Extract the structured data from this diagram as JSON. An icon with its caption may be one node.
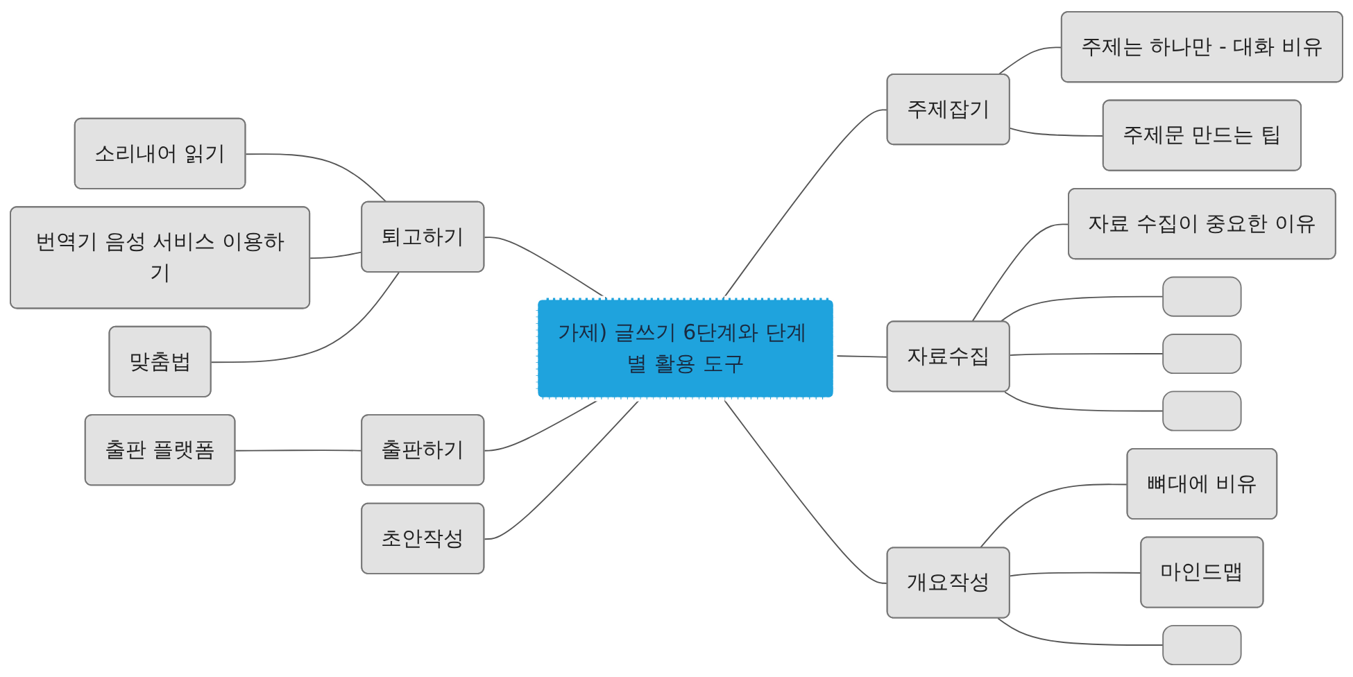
{
  "diagram": {
    "nodes": [
      {
        "text": [
          "가제) 글쓰기 6단계와 단계 별 활용 도구"
        ]
      },
      {
        "text": [
          "주제잡기"
        ]
      },
      {
        "text": [
          "주제는 하나만 - 대화 비유"
        ]
      },
      {
        "text": [
          "주제문 만드는 팁"
        ]
      },
      {
        "text": [
          "자료수집"
        ]
      },
      {
        "text": [
          "자료 수집이 중요한 이유"
        ]
      },
      {
        "text": [],
        "shape": "box"
      },
      {
        "text": [],
        "shape": "box"
      },
      {
        "text": [],
        "shape": "box"
      },
      {
        "text": [
          "개요작성"
        ]
      },
      {
        "text": [
          "뼈대에 비유"
        ]
      },
      {
        "text": [
          "마인드맵"
        ]
      },
      {
        "text": [],
        "shape": "box"
      },
      {
        "text": [
          "초안작성"
        ]
      },
      {
        "text": [
          "퇴고하기"
        ]
      },
      {
        "text": [
          "소리내어 읽기"
        ]
      },
      {
        "text": [
          "번역기 음성 서비스 이용하기"
        ]
      },
      {
        "text": [
          "맞춤법"
        ]
      },
      {
        "text": [
          "출판하기"
        ]
      },
      {
        "text": [
          "출판 플랫폼"
        ]
      }
    ],
    "edges": [
      {
        "from": 0,
        "to": 1,
        "arrow": "none"
      },
      {
        "from": 1,
        "to": 2,
        "arrow": "none"
      },
      {
        "from": 1,
        "to": 3,
        "arrow": "none"
      },
      {
        "from": 0,
        "to": 4,
        "arrow": "none"
      },
      {
        "from": 4,
        "to": 5,
        "arrow": "none"
      },
      {
        "from": 4,
        "to": 6,
        "arrow": "none"
      },
      {
        "from": 4,
        "to": 7,
        "arrow": "none"
      },
      {
        "from": 4,
        "to": 8,
        "arrow": "none"
      },
      {
        "from": 0,
        "to": 9,
        "arrow": "none"
      },
      {
        "from": 9,
        "to": 10,
        "arrow": "none"
      },
      {
        "from": 9,
        "to": 11,
        "arrow": "none"
      },
      {
        "from": 9,
        "to": 12,
        "arrow": "none"
      },
      {
        "from": 14,
        "to": 0,
        "arrow": "none"
      },
      {
        "from": 15,
        "to": 14,
        "arrow": "none"
      },
      {
        "from": 16,
        "to": 14,
        "arrow": "none"
      },
      {
        "from": 17,
        "to": 14,
        "arrow": "none"
      },
      {
        "from": 18,
        "to": 0,
        "arrow": "none"
      },
      {
        "from": 19,
        "to": 18,
        "arrow": "none"
      },
      {
        "from": 13,
        "to": 0,
        "arrow": "none"
      }
    ]
  }
}
